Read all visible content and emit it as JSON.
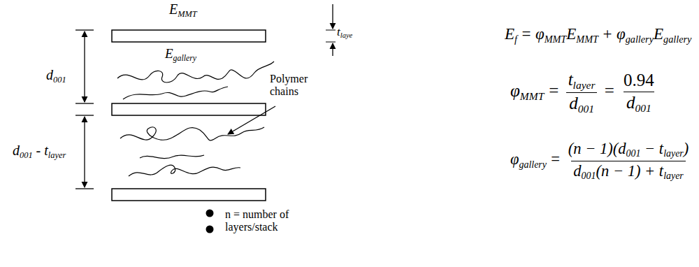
{
  "diagram": {
    "labels": [
      "E",
      "MMT",
      "t",
      "laye",
      "d",
      "001",
      "E",
      "gallery",
      "Polymer chains",
      "d",
      "001",
      "- t",
      "layer",
      "n = number of layers/stack",
      "E",
      "f",
      "=",
      "φ",
      "MMT",
      "E",
      "MMT",
      "+",
      "φ",
      "gallery",
      "E",
      "gallery",
      "φ",
      "MMT",
      "=",
      "t",
      "layer",
      "d",
      "001",
      "=",
      "0.94",
      "d",
      "001",
      "φ",
      "gallery",
      "=",
      "(n − 1)(d",
      "001",
      "− t",
      "layer",
      ")",
      "d",
      "001",
      "(n − 1) + t",
      "layer"
    ]
  }
}
